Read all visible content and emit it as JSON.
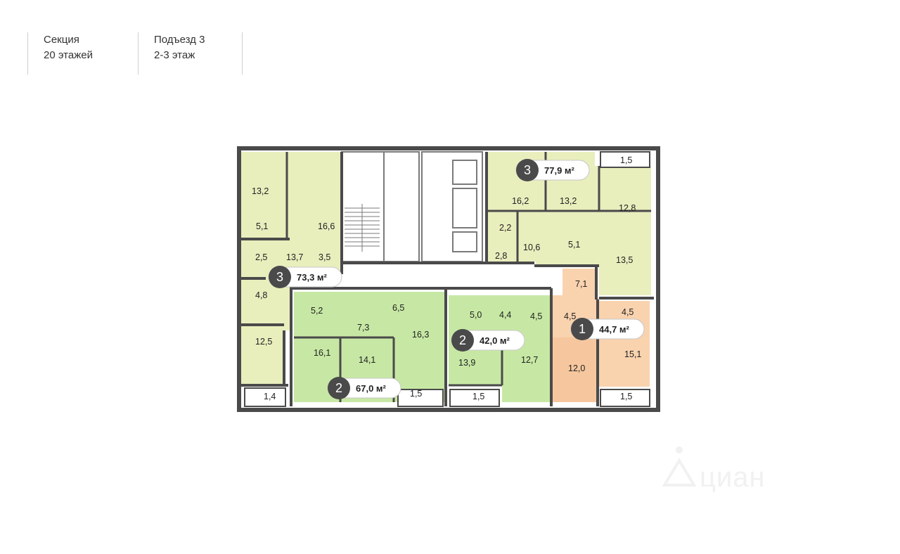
{
  "header": {
    "section_label": "Секция",
    "floors_count": "20 этажей",
    "entrance_label": "Подъезд 3",
    "floor_range": "2-3 этаж"
  },
  "colors": {
    "wall": "#4a4a4a",
    "apt_yellow": "#e9eebd",
    "apt_green": "#c7e8a4",
    "apt_peach": "#f9d2ae",
    "apt_peach_dark": "#f3bf92",
    "badge": "#4a4a4a",
    "pill_bg": "#ffffff",
    "pill_border": "#c8c8c8"
  },
  "apartments": [
    {
      "id": "apt-a",
      "rooms": "3",
      "area": "73,3 м²",
      "color": "yellow",
      "room_areas": [
        "13,2",
        "5,1",
        "16,6",
        "2,5",
        "13,7",
        "3,5",
        "4,8",
        "12,5"
      ],
      "balconies": [
        "1,4"
      ]
    },
    {
      "id": "apt-b",
      "rooms": "3",
      "area": "77,9 м²",
      "color": "yellow",
      "room_areas": [
        "16,2",
        "13,2",
        "12,8",
        "2,2",
        "10,6",
        "5,1",
        "2,8",
        "13,5"
      ],
      "balconies": [
        "1,5"
      ]
    },
    {
      "id": "apt-c",
      "rooms": "2",
      "area": "67,0 м²",
      "color": "green",
      "room_areas": [
        "5,2",
        "6,5",
        "7,3",
        "16,3",
        "16,1",
        "14,1"
      ],
      "balconies": [
        "1,5"
      ]
    },
    {
      "id": "apt-d",
      "rooms": "2",
      "area": "42,0 м²",
      "color": "green",
      "room_areas": [
        "5,0",
        "4,4",
        "4,5",
        "13,9",
        "12,7"
      ],
      "balconies": [
        "1,5"
      ]
    },
    {
      "id": "apt-e",
      "rooms": "1",
      "area": "44,7 м²",
      "color": "peach",
      "room_areas": [
        "7,1",
        "4,5",
        "4,5",
        "12,0",
        "15,1"
      ],
      "balconies": [
        "1,5"
      ]
    }
  ]
}
